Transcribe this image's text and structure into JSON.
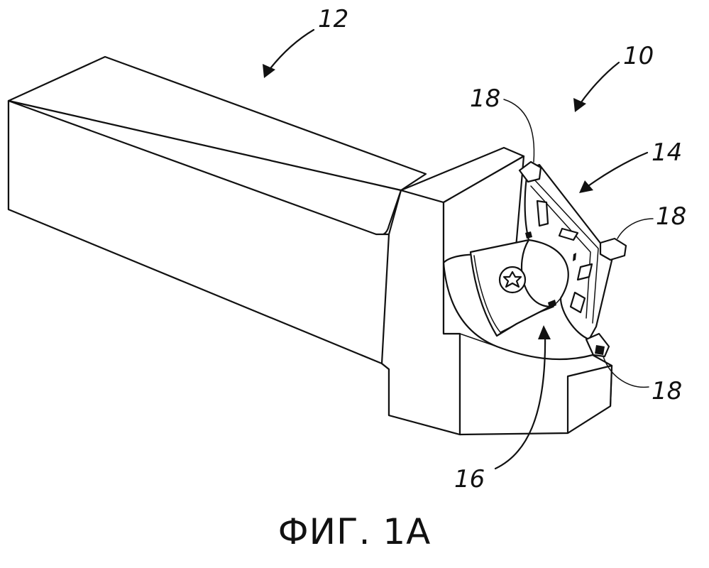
{
  "figure": {
    "caption": "ФИГ. 1А",
    "labels": {
      "tool_assembly": "10",
      "tool_holder": "12",
      "cutting_insert": "14",
      "insert_seat": "16",
      "cutting_edge_top": "18",
      "cutting_edge_right": "18",
      "cutting_edge_bottom": "18"
    }
  }
}
